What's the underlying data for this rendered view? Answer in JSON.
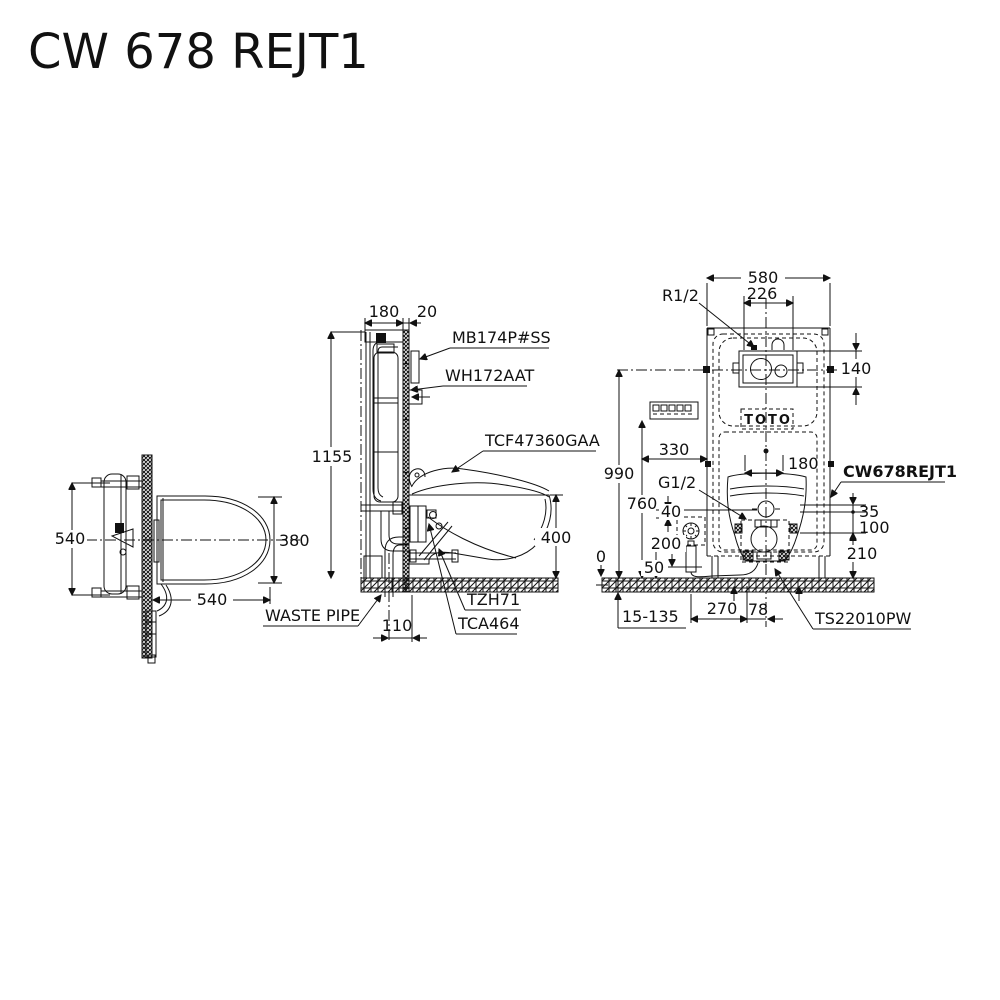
{
  "title": "CW 678 REJT1",
  "colors": {
    "ink": "#111111",
    "background": "#ffffff"
  },
  "plan_view": {
    "dim_install_width": "540",
    "dim_bowl_width": "380",
    "dim_bowl_depth": "540"
  },
  "side_view": {
    "dim_frame_depth": "180",
    "dim_wall_thickness": "20",
    "dim_frame_height": "1155",
    "dim_rim_height": "400",
    "dim_waste_offset": "110",
    "label_flush_plate": "MB174P#SS",
    "label_in_wall_tank": "WH172AAT",
    "label_washlet": "TCF47360GAA",
    "label_waste_pipe": "WASTE PIPE",
    "label_bracket": "TZH71",
    "label_fitting": "TCA464"
  },
  "front_view": {
    "dim_frame_width": "580",
    "dim_plate_opening": "226",
    "label_water_inlet": "R1/2",
    "dim_plate_height": "140",
    "logo": "TOTO",
    "dim_panel_offset": "330",
    "dim_bolt_spacing": "180",
    "dim_plate_center_height": "990",
    "dim_panel_height": "760",
    "label_supply": "G1/2",
    "dim_inlet_offset": "40",
    "dim_sprayer_height": "200",
    "dim_hose_height": "50",
    "dim_floor_level": "0",
    "dim_seat_offset": "35",
    "dim_inlet_drop": "100",
    "dim_drain_height": "210",
    "dim_floor_finish_range": "15-135",
    "dim_sprayer_offset": "270",
    "dim_drain_offset": "78",
    "label_model": "CW678REJT1",
    "label_hand_sprayer": "TS22010PW"
  }
}
